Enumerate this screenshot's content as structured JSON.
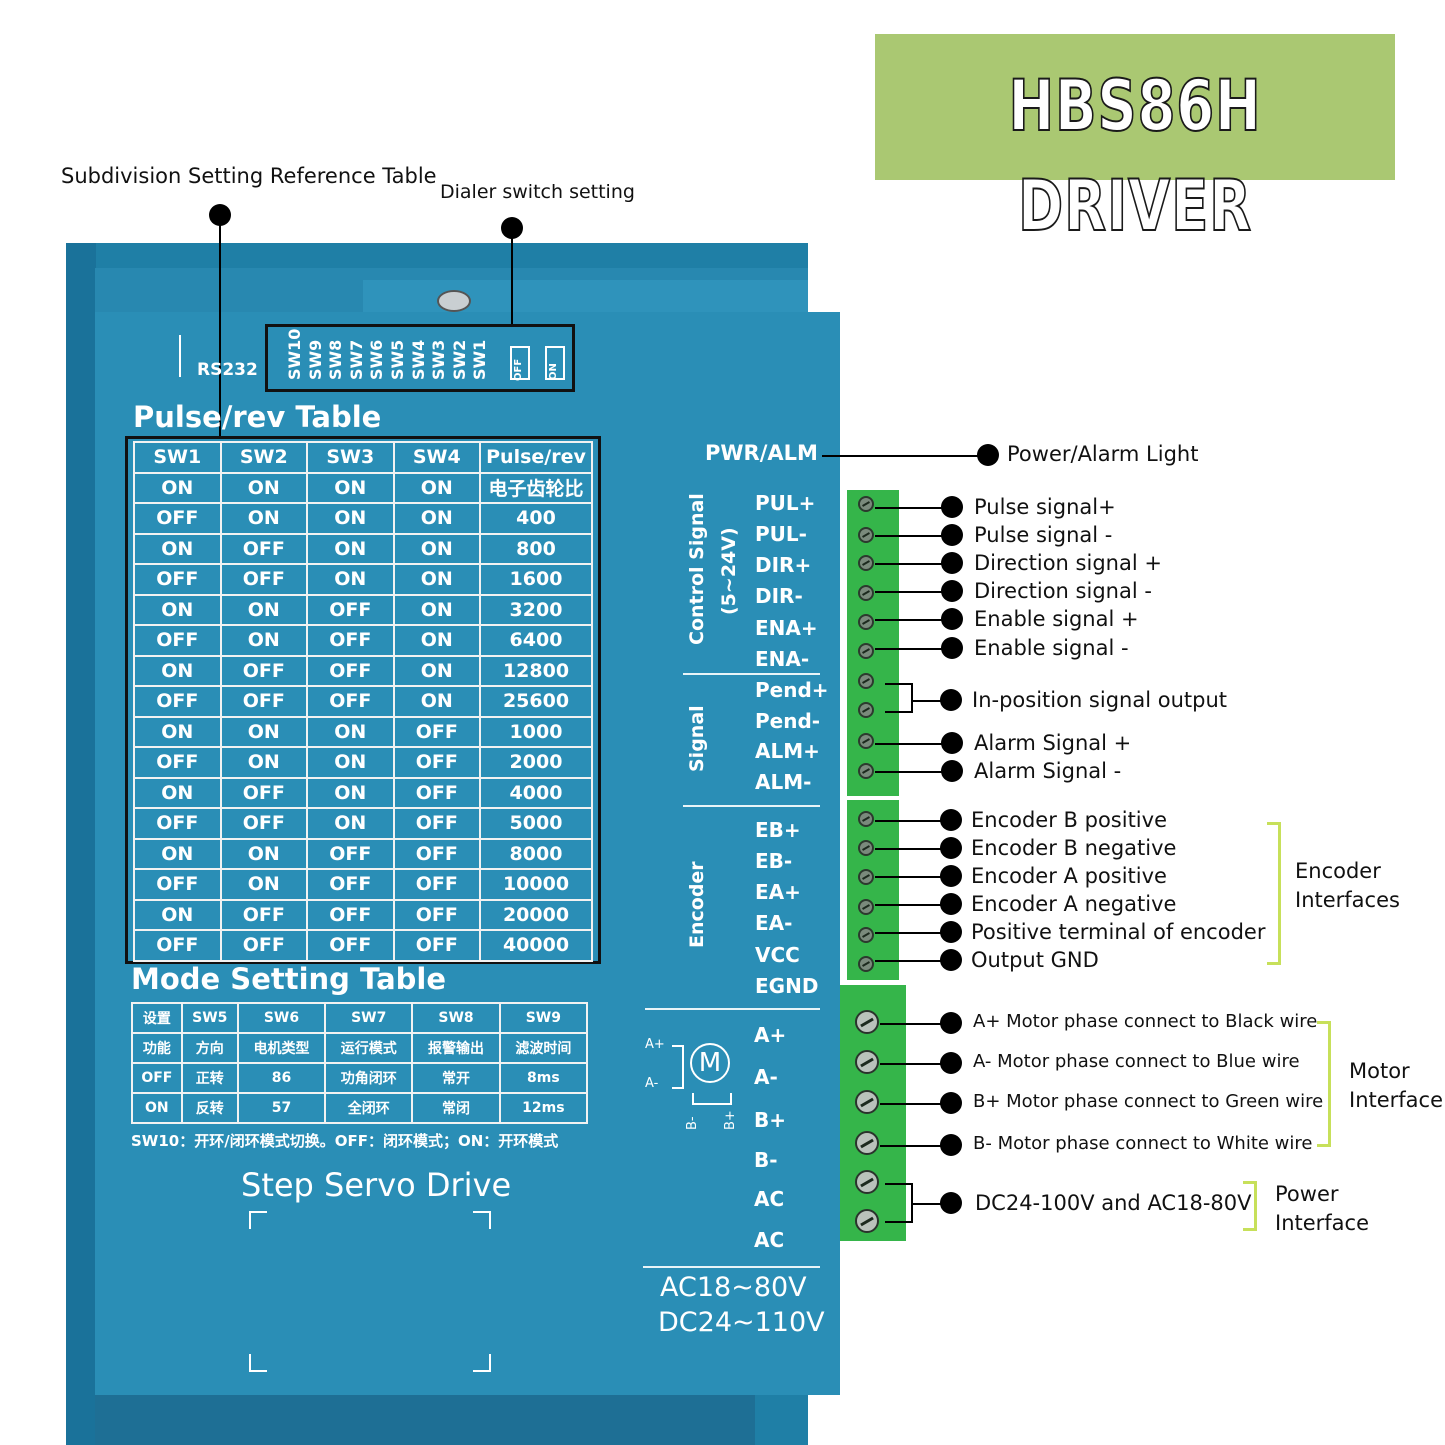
{
  "title": "HBS86H DRIVER",
  "callouts": {
    "subdivision": "Subdivision Setting Reference Table",
    "dialer": "Dialer switch setting",
    "power_alarm": "Power/Alarm Light"
  },
  "panel": {
    "rs232": "RS232",
    "switches": [
      "SW10",
      "SW9",
      "SW8",
      "SW7",
      "SW6",
      "SW5",
      "SW4",
      "SW3",
      "SW2",
      "SW1"
    ],
    "off_label": "OFF",
    "on_label": "ON",
    "pulse_title": "Pulse/rev Table",
    "mode_title": "Mode Setting Table",
    "sw10_note": "SW10：开环/闭环模式切换。OFF：闭环模式；ON：开环模式",
    "drive_name": "Step Servo Drive",
    "pwr_alm": "PWR/ALM",
    "group_control": "Control Signal",
    "group_control_sub": "(5~24V)",
    "group_signal": "Signal",
    "group_encoder": "Encoder",
    "voltage_ac": "AC18~80V",
    "voltage_dc": "DC24~110V",
    "motor_symbol": "M",
    "motor_a_plus": "A+",
    "motor_a_minus": "A-",
    "motor_b_minus": "B-",
    "motor_b_plus": "B+"
  },
  "pulse_table": {
    "headers": [
      "SW1",
      "SW2",
      "SW3",
      "SW4",
      "Pulse/rev"
    ],
    "rows": [
      [
        "ON",
        "ON",
        "ON",
        "ON",
        "电子齿轮比"
      ],
      [
        "OFF",
        "ON",
        "ON",
        "ON",
        "400"
      ],
      [
        "ON",
        "OFF",
        "ON",
        "ON",
        "800"
      ],
      [
        "OFF",
        "OFF",
        "ON",
        "ON",
        "1600"
      ],
      [
        "ON",
        "ON",
        "OFF",
        "ON",
        "3200"
      ],
      [
        "OFF",
        "ON",
        "OFF",
        "ON",
        "6400"
      ],
      [
        "ON",
        "OFF",
        "OFF",
        "ON",
        "12800"
      ],
      [
        "OFF",
        "OFF",
        "OFF",
        "ON",
        "25600"
      ],
      [
        "ON",
        "ON",
        "ON",
        "OFF",
        "1000"
      ],
      [
        "OFF",
        "ON",
        "ON",
        "OFF",
        "2000"
      ],
      [
        "ON",
        "OFF",
        "ON",
        "OFF",
        "4000"
      ],
      [
        "OFF",
        "OFF",
        "ON",
        "OFF",
        "5000"
      ],
      [
        "ON",
        "ON",
        "OFF",
        "OFF",
        "8000"
      ],
      [
        "OFF",
        "ON",
        "OFF",
        "OFF",
        "10000"
      ],
      [
        "ON",
        "OFF",
        "OFF",
        "OFF",
        "20000"
      ],
      [
        "OFF",
        "OFF",
        "OFF",
        "OFF",
        "40000"
      ]
    ]
  },
  "mode_table": {
    "headers": [
      "设置",
      "SW5",
      "SW6",
      "SW7",
      "SW8",
      "SW9"
    ],
    "rows": [
      [
        "功能",
        "方向",
        "电机类型",
        "运行模式",
        "报警输出",
        "滤波时间"
      ],
      [
        "OFF",
        "正转",
        "86",
        "功角闭环",
        "常开",
        "8ms"
      ],
      [
        "ON",
        "反转",
        "57",
        "全闭环",
        "常闭",
        "12ms"
      ]
    ]
  },
  "pins": [
    "PUL+",
    "PUL-",
    "DIR+",
    "DIR-",
    "ENA+",
    "ENA-",
    "Pend+",
    "Pend-",
    "ALM+",
    "ALM-",
    "EB+",
    "EB-",
    "EA+",
    "EA-",
    "VCC",
    "EGND",
    "A+",
    "A-",
    "B+",
    "B-",
    "AC",
    "AC"
  ],
  "annotations": {
    "signals": [
      "Pulse signal+",
      "Pulse signal -",
      "Direction signal +",
      "Direction signal -",
      "Enable signal +",
      "Enable signal -"
    ],
    "inposition": "In-position signal output",
    "alarms": [
      "Alarm Signal +",
      "Alarm Signal -"
    ],
    "encoder": [
      "Encoder B positive",
      "Encoder B negative",
      "Encoder A positive",
      "Encoder A negative",
      "Positive terminal of encoder",
      "Output GND"
    ],
    "encoder_group_1": "Encoder",
    "encoder_group_2": "Interfaces",
    "motor": [
      "A+ Motor phase connect to Black wire",
      "A- Motor phase connect to Blue wire",
      "B+ Motor phase connect to Green wire",
      "B- Motor phase connect to White wire"
    ],
    "motor_group_1": "Motor",
    "motor_group_2": "Interface",
    "power": "DC24-100V and AC18-80V",
    "power_group_1": "Power",
    "power_group_2": "Interface"
  },
  "colors": {
    "banner": "#aac872",
    "body": "#2a8eb6",
    "terminal": "#35b54a",
    "bracket": "#c7e05a"
  }
}
